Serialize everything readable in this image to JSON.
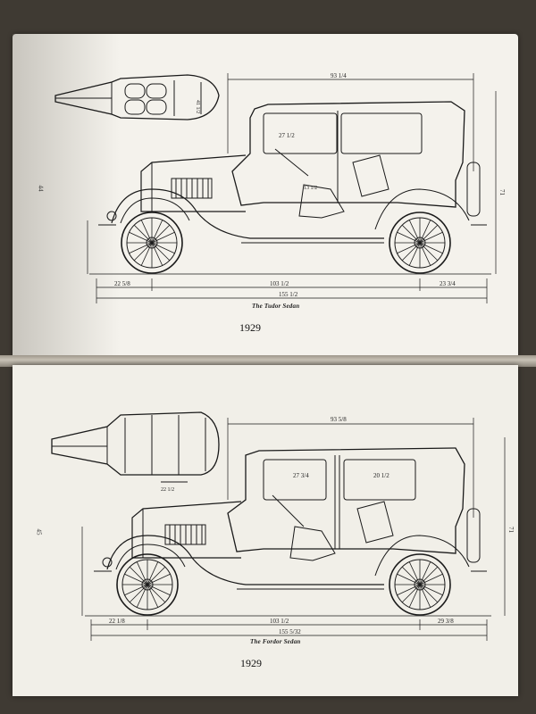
{
  "spread": {
    "top_page": {
      "page_number": "44",
      "caption": "The Tudor Sedan",
      "year": "1929",
      "dimensions": {
        "overall_height": "93 1/4",
        "top_height": "71",
        "front_overhang": "22 5/8",
        "wheelbase": "103 1/2",
        "rear_overhang": "23 3/4",
        "overall_length": "155 1/2",
        "interior_1": "27 1/2",
        "seat_width": "41 1/2",
        "plan_width": "13 1/2"
      }
    },
    "bottom_page": {
      "page_number": "45",
      "caption": "The Fordor Sedan",
      "year": "1929",
      "dimensions": {
        "overall_height": "93 5/8",
        "top_height": "71",
        "front_overhang": "22 1/8",
        "wheelbase": "103 1/2",
        "rear_overhang": "29 3/8",
        "overall_length": "155 5/32",
        "interior_1": "27 3/4",
        "interior_2": "20 1/2",
        "plan_width": "22 1/2"
      }
    }
  }
}
